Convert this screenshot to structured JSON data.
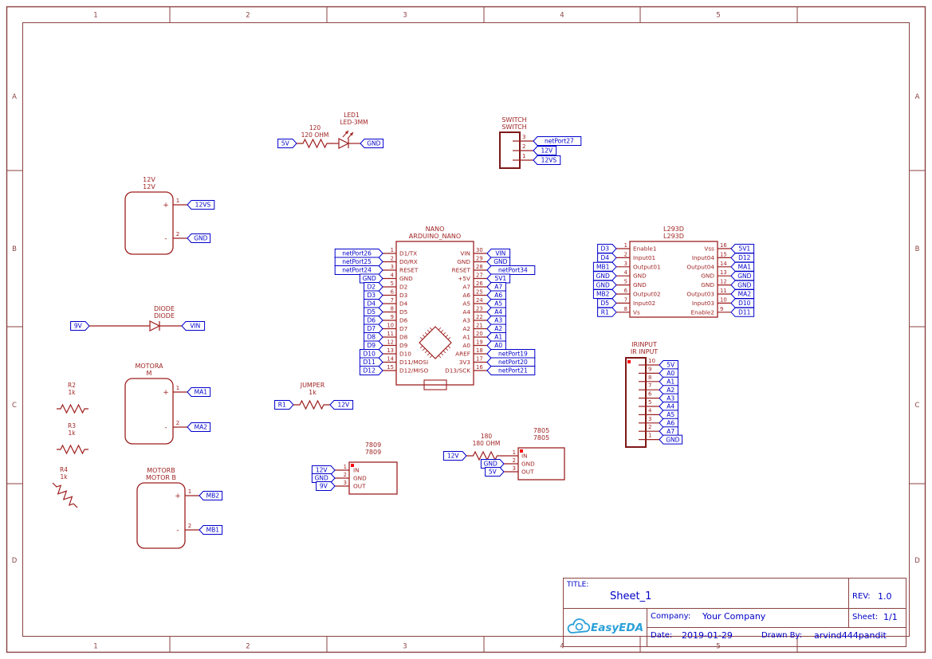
{
  "frame": {
    "columns": [
      "1",
      "2",
      "3",
      "4",
      "5"
    ],
    "rows": [
      "A",
      "B",
      "C",
      "D"
    ]
  },
  "schematic": {
    "led_circuit": {
      "resistor_labels": [
        "120",
        "120 OHM"
      ],
      "led_labels": [
        "LED1",
        "LED-3MM"
      ],
      "net_left": "5V",
      "net_right": "GND"
    },
    "switch": {
      "labels": [
        "SWITCH",
        "SWITCH"
      ],
      "pins": [
        {
          "num": "3",
          "net": "netPort27"
        },
        {
          "num": "2",
          "net": "12V"
        },
        {
          "num": "1",
          "net": "12VS"
        }
      ]
    },
    "battery": {
      "labels": [
        "12V",
        "12V"
      ],
      "pins": [
        {
          "num": "1",
          "sign": "+",
          "net": "12VS"
        },
        {
          "num": "2",
          "sign": "-",
          "net": "GND"
        }
      ]
    },
    "diode": {
      "labels": [
        "DIODE",
        "DIODE"
      ],
      "net_left": "9V",
      "net_right": "VIN"
    },
    "nano": {
      "labels": [
        "NANO",
        "ARDUINO_NANO"
      ],
      "left_pins": [
        {
          "num": "1",
          "name": "D1/TX",
          "net": "netPort26"
        },
        {
          "num": "2",
          "name": "D0/RX",
          "net": "netPort25"
        },
        {
          "num": "3",
          "name": "RESET",
          "net": "netPort24"
        },
        {
          "num": "4",
          "name": "GND",
          "net": "GND"
        },
        {
          "num": "5",
          "name": "D2",
          "net": "D2"
        },
        {
          "num": "6",
          "name": "D3",
          "net": "D3"
        },
        {
          "num": "7",
          "name": "D4",
          "net": "D4"
        },
        {
          "num": "8",
          "name": "D5",
          "net": "D5"
        },
        {
          "num": "9",
          "name": "D6",
          "net": "D6"
        },
        {
          "num": "10",
          "name": "D7",
          "net": "D7"
        },
        {
          "num": "11",
          "name": "D8",
          "net": "D8"
        },
        {
          "num": "12",
          "name": "D9",
          "net": "D9"
        },
        {
          "num": "13",
          "name": "D10",
          "net": "D10"
        },
        {
          "num": "14",
          "name": "D11/MOSI",
          "net": "D11"
        },
        {
          "num": "15",
          "name": "D12/MISO",
          "net": "D12"
        }
      ],
      "right_pins": [
        {
          "num": "30",
          "name": "VIN",
          "net": "VIN"
        },
        {
          "num": "29",
          "name": "GND",
          "net": "GND"
        },
        {
          "num": "28",
          "name": "RESET",
          "net": "netPort34"
        },
        {
          "num": "27",
          "name": "+5V",
          "net": "5V1"
        },
        {
          "num": "26",
          "name": "A7",
          "net": "A7"
        },
        {
          "num": "25",
          "name": "A6",
          "net": "A6"
        },
        {
          "num": "24",
          "name": "A5",
          "net": "A5"
        },
        {
          "num": "23",
          "name": "A4",
          "net": "A4"
        },
        {
          "num": "22",
          "name": "A3",
          "net": "A3"
        },
        {
          "num": "21",
          "name": "A2",
          "net": "A2"
        },
        {
          "num": "20",
          "name": "A1",
          "net": "A1"
        },
        {
          "num": "19",
          "name": "A0",
          "net": "A0"
        },
        {
          "num": "18",
          "name": "AREF",
          "net": "netPort19"
        },
        {
          "num": "17",
          "name": "3V3",
          "net": "netPort20"
        },
        {
          "num": "16",
          "name": "D13/SCK",
          "net": "netPort21"
        }
      ]
    },
    "l293d": {
      "labels": [
        "L293D",
        "L293D"
      ],
      "left_pins": [
        {
          "num": "1",
          "name": "Enable1",
          "net": "D3"
        },
        {
          "num": "2",
          "name": "Input01",
          "net": "D4"
        },
        {
          "num": "3",
          "name": "Output01",
          "net": "MB1"
        },
        {
          "num": "4",
          "name": "GND",
          "net": "GND"
        },
        {
          "num": "5",
          "name": "GND",
          "net": "GND"
        },
        {
          "num": "6",
          "name": "Output02",
          "net": "MB2"
        },
        {
          "num": "7",
          "name": "Input02",
          "net": "D5"
        },
        {
          "num": "8",
          "name": "Vs",
          "net": "R1"
        }
      ],
      "right_pins": [
        {
          "num": "16",
          "name": "Vss",
          "net": "5V1"
        },
        {
          "num": "15",
          "name": "Input04",
          "net": "D12"
        },
        {
          "num": "14",
          "name": "Output04",
          "net": "MA1"
        },
        {
          "num": "13",
          "name": "GND",
          "net": "GND"
        },
        {
          "num": "12",
          "name": "GND",
          "net": "GND"
        },
        {
          "num": "11",
          "name": "Output03",
          "net": "MA2"
        },
        {
          "num": "10",
          "name": "Input03",
          "net": "D10"
        },
        {
          "num": "9",
          "name": "Enable2",
          "net": "D11"
        }
      ]
    },
    "motor_a": {
      "labels": [
        "MOTORA",
        "M"
      ],
      "pins": [
        {
          "num": "1",
          "sign": "+",
          "net": "MA1"
        },
        {
          "num": "2",
          "sign": "-",
          "net": "MA2"
        }
      ]
    },
    "motor_b": {
      "labels": [
        "MOTORB",
        "MOTOR B"
      ],
      "pins": [
        {
          "num": "1",
          "sign": "+",
          "net": "MB2"
        },
        {
          "num": "2",
          "sign": "-",
          "net": "MB1"
        }
      ]
    },
    "jumper": {
      "labels": [
        "JUMPER",
        "1k"
      ],
      "net_left": "R1",
      "net_right": "12V"
    },
    "r2": {
      "labels": [
        "R2",
        "1k"
      ]
    },
    "r3": {
      "labels": [
        "R3",
        "1k"
      ]
    },
    "r4": {
      "labels": [
        "R4",
        "1k"
      ]
    },
    "ir_input": {
      "labels": [
        "IRINPUT",
        "IR INPUT"
      ],
      "pins": [
        {
          "num": "10",
          "net": "5V"
        },
        {
          "num": "9",
          "net": "A0"
        },
        {
          "num": "8",
          "net": "A1"
        },
        {
          "num": "7",
          "net": "A2"
        },
        {
          "num": "6",
          "net": "A3"
        },
        {
          "num": "5",
          "net": "A4"
        },
        {
          "num": "4",
          "net": "A5"
        },
        {
          "num": "3",
          "net": "A6"
        },
        {
          "num": "2",
          "net": "A7"
        },
        {
          "num": "1",
          "net": "GND"
        }
      ]
    },
    "reg7809": {
      "labels": [
        "7809",
        "7809"
      ],
      "pins": [
        {
          "num": "1",
          "name": "IN",
          "net": "12V"
        },
        {
          "num": "2",
          "name": "GND",
          "net": "GND"
        },
        {
          "num": "3",
          "name": "OUT",
          "net": "9V"
        }
      ]
    },
    "reg7805": {
      "labels": [
        "7805",
        "7805"
      ],
      "resistor_labels": [
        "180",
        "180 OHM"
      ],
      "net_in": "12V",
      "pins": [
        {
          "num": "1",
          "name": "IN",
          "net": ""
        },
        {
          "num": "2",
          "name": "GND",
          "net": "GND"
        },
        {
          "num": "3",
          "name": "OUT",
          "net": "5V"
        }
      ]
    }
  },
  "title_block": {
    "title_label": "TITLE:",
    "title": "Sheet_1",
    "rev_label": "REV:",
    "rev": "1.0",
    "company_label": "Company:",
    "company": "Your Company",
    "sheet_label": "Sheet:",
    "sheet": "1/1",
    "date_label": "Date:",
    "date": "2019-01-29",
    "drawn_label": "Drawn By:",
    "drawn_by": "arvind444pandit",
    "logo_text": "EasyEDA"
  },
  "colors": {
    "component": "#9E1F1F",
    "net": "#0000CC",
    "frame": "#8B4242",
    "connector": "#7E1818",
    "title_text": "#0000C8",
    "logo": "#2AA0D8",
    "dot": "#FF0000"
  }
}
